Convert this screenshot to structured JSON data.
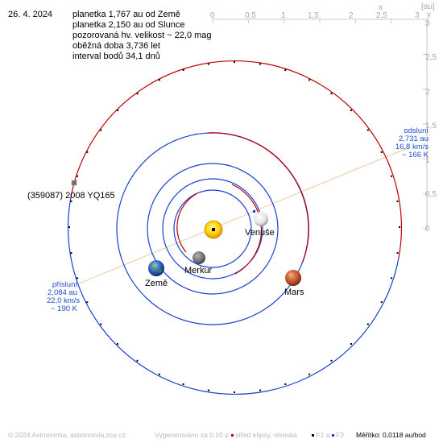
{
  "header": {
    "date": "26. 4. 2024",
    "lines": [
      "planetka 1,767 au od Země",
      "planetka 2,150 au od Slunce",
      "pozorovaná hv. velikost ~ 22,0 mag",
      "oběžná doba 3,736 let",
      "interval bodů 34,1 dnů"
    ]
  },
  "asteroid": {
    "name": "(359087) 2008 YQ165"
  },
  "bodies": {
    "sun": "",
    "venus": "Venuše",
    "mercury": "Merkur",
    "earth": "Země",
    "mars": "Mars"
  },
  "aphelion": {
    "title": "odsluní",
    "distance": "2,731 au",
    "speed": "16,8 km/s",
    "temp": "~ 166 K"
  },
  "perihelion": {
    "title": "přísluní",
    "distance": "2,084 au",
    "speed": "22,0 km/s",
    "temp": "~ 190 K"
  },
  "axes": {
    "unit": "[au]",
    "x_label": "x",
    "y_label": "y",
    "x_ticks": [
      "0",
      "0,5",
      "1",
      "1,5",
      "2",
      "2,5",
      "3"
    ],
    "y_ticks": [
      "3",
      "2,5",
      "2",
      "1,5",
      "1",
      "0,5",
      "0"
    ]
  },
  "footer": {
    "copyright": "© 2024 Astronomia, astronomia.zcu.cz",
    "generated": "Vygenerováno za 0,10 s",
    "legend_center": "střed elipsy, ohniska",
    "legend_f1": "F1",
    "legend_and": "a",
    "legend_f2": "F2",
    "scale": "Měřítko: 0,0118 au/bod"
  },
  "colors": {
    "asteroid_orbit": "#c00000",
    "planet_orbit": "#1a3fd0",
    "apsis_line": "#f4c8a8",
    "grid": "#c8c8c8",
    "label_blue": "#1a4fd0"
  },
  "icons": [
    "sun-icon",
    "venus-icon",
    "mercury-icon",
    "earth-icon",
    "mars-icon",
    "asteroid-marker-icon"
  ]
}
